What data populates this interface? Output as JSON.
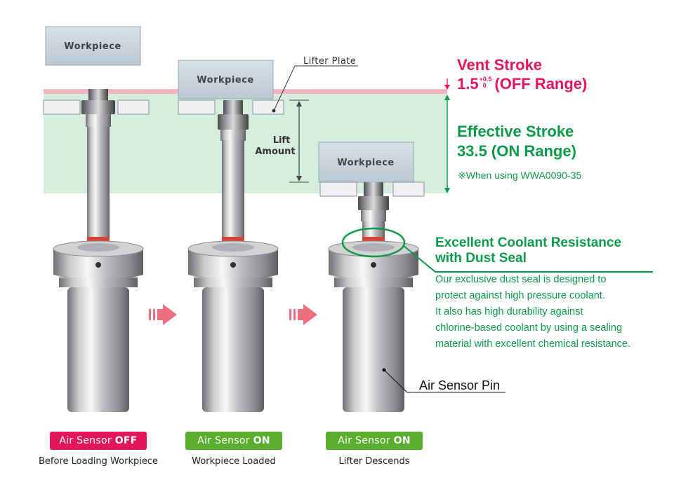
{
  "workpiece_label": "Workpiece",
  "lifter_plate_label": "Lifter Plate",
  "lift_amount_label": [
    "Lift",
    "Amount"
  ],
  "vent_stroke": {
    "title": "Vent Stroke",
    "value": "1.5",
    "tol_upper": "+0.5",
    "tol_lower": "0",
    "range": "(OFF Range)"
  },
  "effective_stroke": {
    "title": "Effective Stroke",
    "value": "33.5 (ON Range)",
    "note": "※When using WWA0090-35"
  },
  "coolant": {
    "title_line1": "Excellent Coolant Resistance",
    "title_line2": "with Dust Seal",
    "description": [
      "Our exclusive dust seal is designed to",
      "protect against high pressure coolant.",
      "It also has high durability against",
      "chlorine-based coolant by using a sealing",
      "material with excellent chemical resistance."
    ]
  },
  "air_sensor_pin_label": "Air Sensor Pin",
  "states": [
    {
      "badge_prefix": "Air Sensor ",
      "badge_state": "OFF",
      "caption": "Before Loading Workpiece",
      "color": "#e3165b"
    },
    {
      "badge_prefix": "Air Sensor ",
      "badge_state": "ON",
      "caption": "Workpiece Loaded",
      "color": "#5aae2e"
    },
    {
      "badge_prefix": "Air Sensor ",
      "badge_state": "ON",
      "caption": "Lifter Descends",
      "color": "#5aae2e"
    }
  ],
  "colors": {
    "vent_red": "#e3165b",
    "stroke_green": "#0a9a4a",
    "on_green": "#5aae2e",
    "zone_green": "#d6eedd",
    "zone_pink": "#f7b5c3",
    "arrow_pink": "#ee6d7f"
  }
}
